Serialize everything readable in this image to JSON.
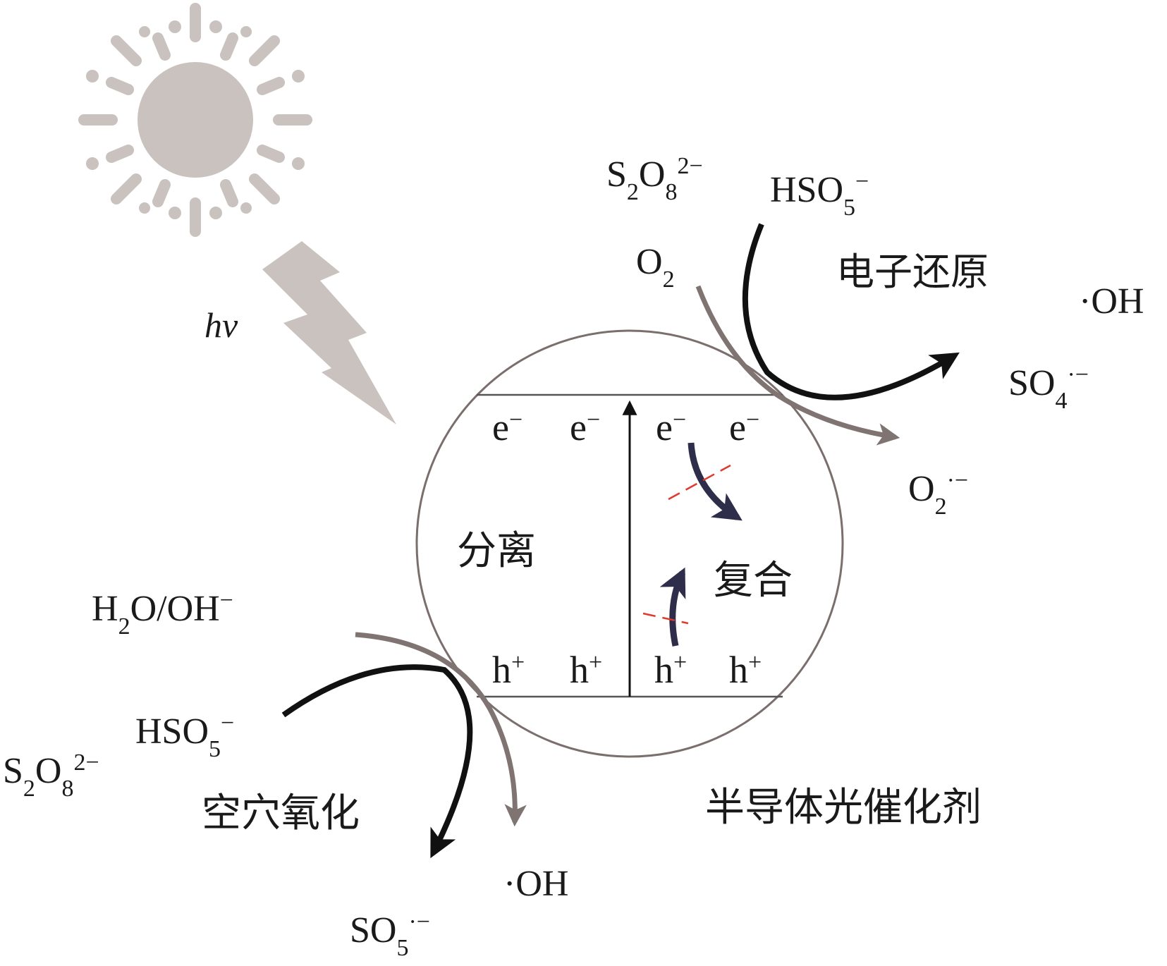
{
  "light": {
    "label": "hv"
  },
  "catalyst": {
    "label": "半导体光催化剂"
  },
  "band": {
    "electron": "e",
    "electron_charge": "−",
    "hole": "h",
    "hole_charge": "+",
    "separation_label": "分离",
    "recombination_label": "复合"
  },
  "reduction": {
    "label": "电子还原",
    "s2o8": {
      "base": "S",
      "sub1": "2",
      "mid": "O",
      "sub2": "8",
      "sup": "2−"
    },
    "hso5": {
      "base": "HSO",
      "sub": "5",
      "sup": "−"
    },
    "o2": {
      "base": "O",
      "sub": "2"
    },
    "oh": "·OH",
    "so4": {
      "base": "SO",
      "sub": "4",
      "sup": "·−"
    },
    "o2_radical": {
      "base": "O",
      "sub": "2",
      "sup": "·−"
    }
  },
  "oxidation": {
    "label": "空穴氧化",
    "h2o": {
      "a": "H",
      "sub": "2",
      "b": "O/OH",
      "sup": "−"
    },
    "hso5": {
      "base": "HSO",
      "sub": "5",
      "sup": "−"
    },
    "s2o8": {
      "base": "S",
      "sub1": "2",
      "mid": "O",
      "sub2": "8",
      "sup": "2−"
    },
    "oh": "·OH",
    "so5": {
      "base": "SO",
      "sub": "5",
      "sup": "·−"
    }
  },
  "colors": {
    "sun": "#c9c2bf",
    "circle": "#7a6f6d",
    "black_arrow": "#111111",
    "gray_arrow": "#7f7471",
    "recombination_arrow": "#2e2e4a",
    "blocked_mark": "#e03a2f"
  }
}
